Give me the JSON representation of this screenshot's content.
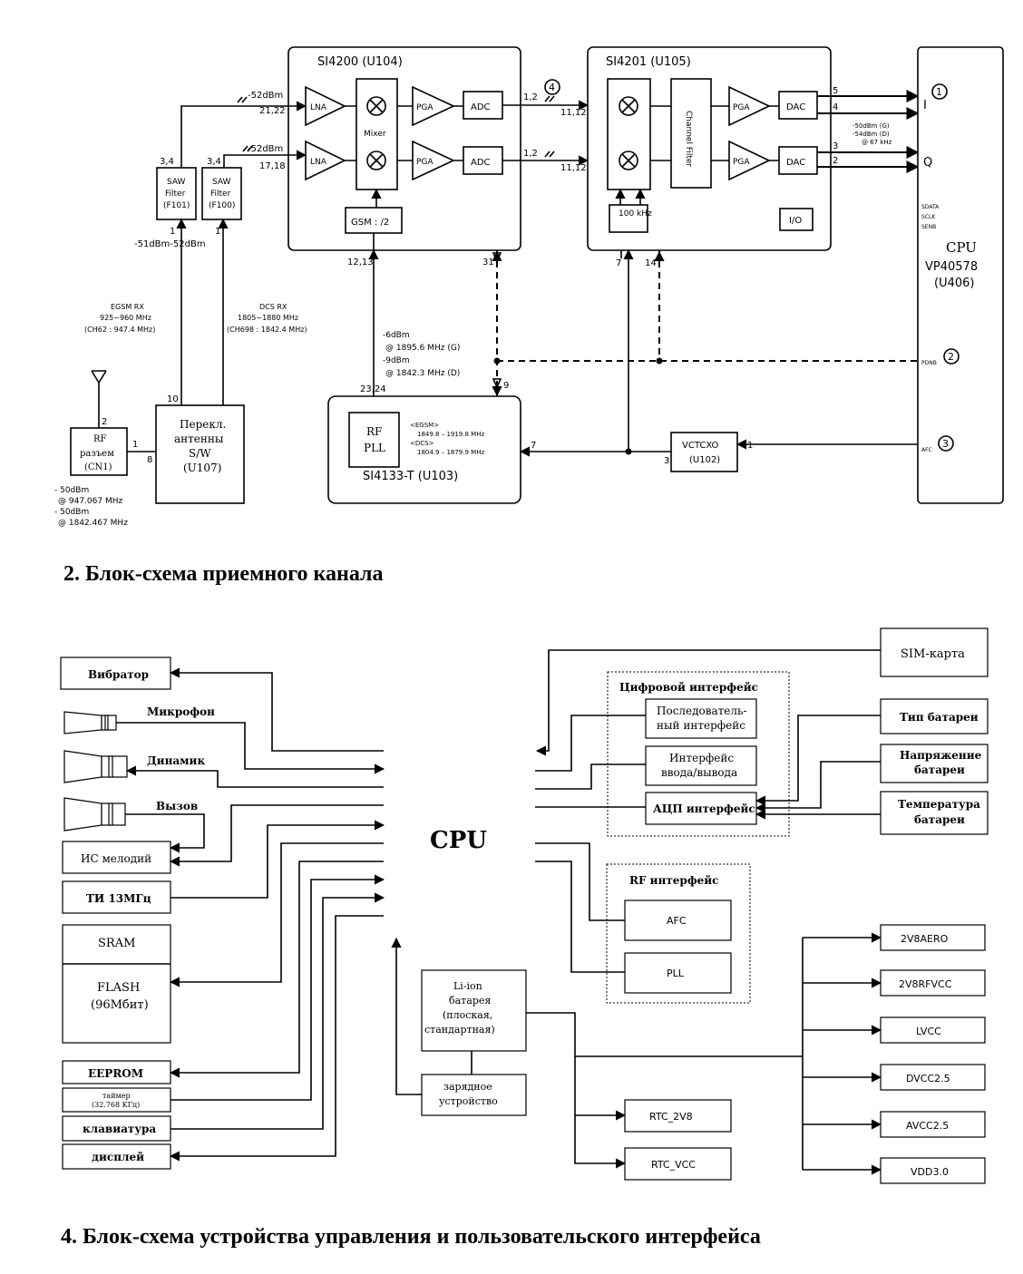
{
  "rx": {
    "si4200": {
      "title": "SI4200 (U104)",
      "lna": "LNA",
      "mixer": "Mixer",
      "pga": "PGA",
      "adc": "ADC",
      "gsm_div": "GSM : /2"
    },
    "si4201": {
      "title": "SI4201 (U105)",
      "channel_filter": "Channel Filter",
      "pga": "PGA",
      "dac": "DAC",
      "osc": "100 kHz",
      "io": "I/O"
    },
    "saw_f101": [
      "SAW",
      "Filter",
      "(F101)"
    ],
    "saw_f100": [
      "SAW",
      "Filter",
      "(F100)"
    ],
    "synth": {
      "title": "SI4133-T (U103)",
      "rf": "RF",
      "pll": "PLL",
      "egsm": "<EGSM>",
      "egsm_range": "1849.8 – 1919.8 MHz",
      "dcs": "<DCS>",
      "dcs_range": "1804.9 – 1879.9 MHz"
    },
    "vctcxo": {
      "name": "VCTCXO",
      "ref": "(U102)"
    },
    "switch": [
      "Перекл.",
      "антенны",
      "S/W",
      "(U107)"
    ],
    "rf_conn": [
      "RF",
      "разъем",
      "(CN1)"
    ],
    "cpu": {
      "name": "CPU",
      "part": "VP40578",
      "ref": "(U406)",
      "i": "I",
      "q": "Q",
      "sdata": "SDATA",
      "sclk": "SCLK",
      "senb": "SENB",
      "pdnb": "PDNB",
      "afc": "AFC"
    },
    "levels": {
      "lvl_top": "-52dBm",
      "pins_top": "21,22",
      "lvl_bot": "-52dBm",
      "pins_bot": "17,18",
      "saw_in": "-51dBm-52dBm",
      "egsm": [
        "EGSM RX",
        "925~960 MHz",
        "(CH62 : 947.4 MHz)"
      ],
      "dcs": [
        "DCS RX",
        "1805~1880 MHz",
        "(CH698 : 1842.4 MHz)"
      ],
      "lo": [
        "-6dBm",
        "@ 1895.6 MHz (G)",
        "-9dBm",
        "@ 1842.3 MHz (D)"
      ],
      "ant": [
        "- 50dBm",
        "@ 947.067 MHz",
        "- 50dBm",
        "@ 1842.467 MHz"
      ],
      "iq": [
        "-50dBm (G)",
        "-54dBm (D)",
        "@ 67 kHz"
      ]
    },
    "pins": {
      "p34a": "3,4",
      "p34b": "3,4",
      "p1a": "1",
      "p1b": "1",
      "p12a": "1,2",
      "p12b": "1,2",
      "p1112a": "11,12",
      "p1112b": "11,12",
      "p5": "5",
      "p4": "4",
      "p3": "3",
      "p2": "2",
      "p1213": "12,13",
      "p31": "31",
      "p7": "7",
      "p14": "14",
      "p2324": "23,24",
      "p9": "9",
      "p7b": "7",
      "p3b": "3",
      "p1c": "1",
      "p10": "10",
      "p2b": "2",
      "p1d": "1",
      "p8": "8"
    },
    "markers": {
      "m1": "1",
      "m2": "2",
      "m3": "3",
      "m4": "4"
    },
    "caption": "2. Блок-схема приемного  канала"
  },
  "ctrl": {
    "cpu": "CPU",
    "left": {
      "vibrator": "Вибратор",
      "mic": "Микрофон",
      "speaker": "Динамик",
      "call": "Вызов",
      "melody": "ИС мелодий",
      "clock": "ТИ 13МГц",
      "sram": "SRAM",
      "flash": [
        "FLASH",
        "(96Мбит)"
      ],
      "eeprom": "EEPROM",
      "timer": [
        "таймер",
        "(32.768 KГц)"
      ],
      "keyboard": "клавиатура",
      "display": "дисплей"
    },
    "digital": {
      "title": "Цифровой интерфейс",
      "serial": [
        "Последователь-",
        "ный интерфейс"
      ],
      "io": [
        "Интерфейс",
        "ввода/вывода"
      ],
      "adc": "АЦП интерфейс"
    },
    "rf": {
      "title": "RF интерфейс",
      "afc": "AFC",
      "pll": "PLL"
    },
    "right": {
      "sim": "SIM-карта",
      "bat_type": "Тип батареи",
      "bat_volt": [
        "Напряжение",
        "батареи"
      ],
      "bat_temp": [
        "Температура",
        "батареи"
      ]
    },
    "battery": [
      "Li-ion",
      "батарея",
      "(плоская,",
      "стандартная)"
    ],
    "charger": [
      "зарядное",
      "устройство"
    ],
    "rails": [
      "2V8AERO",
      "2V8RFVCC",
      "LVCC",
      "DVCC2.5",
      "AVCC2.5",
      "VDD3.0"
    ],
    "rtc": [
      "RTC_2V8",
      "RTC_VCC"
    ],
    "caption": "4. Блок-схема устройства управления и пользовательского интерфейса"
  }
}
